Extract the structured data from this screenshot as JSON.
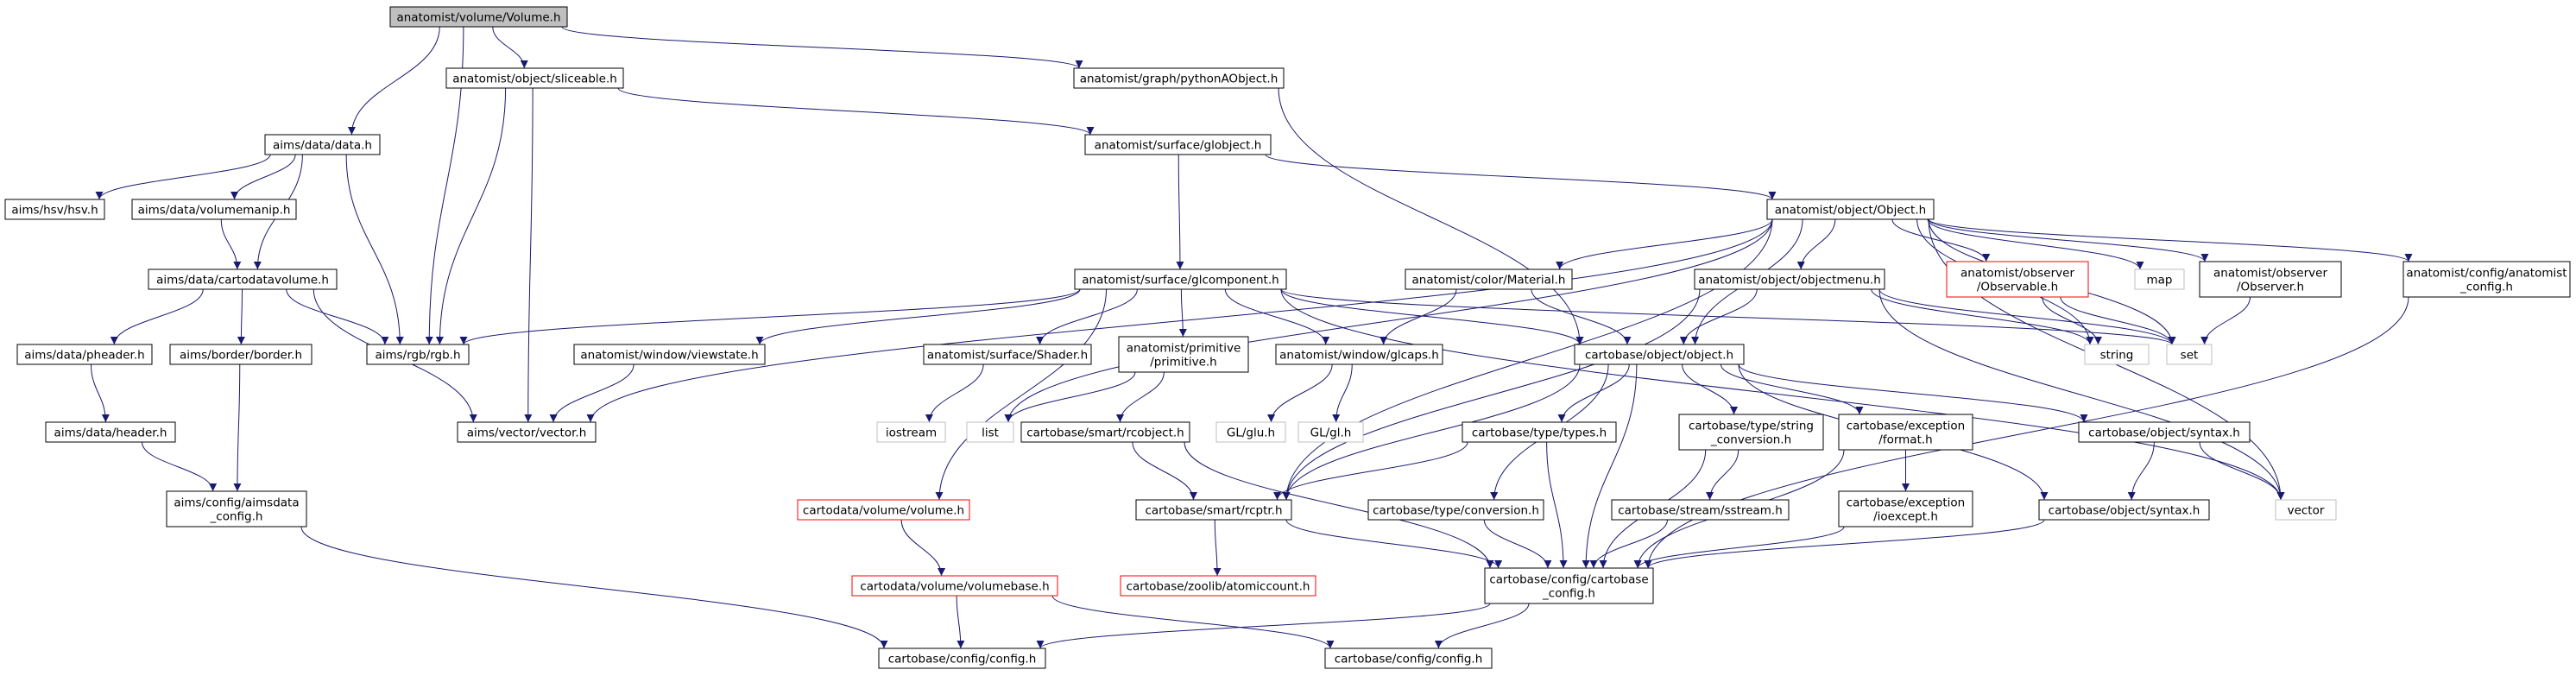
{
  "colors": {
    "edge": "#191970",
    "node_border": "#000000",
    "root_fill": "#bfbfbf",
    "missing_border": "#bfbfbf",
    "broken_border": "#ff0000",
    "node_fill": "#ffffff"
  },
  "nodes": [
    {
      "id": "volume_h",
      "lines": [
        "anatomist/volume/Volume.h"
      ],
      "style": "root"
    },
    {
      "id": "sliceable_h",
      "lines": [
        "anatomist/object/sliceable.h"
      ],
      "style": "normal"
    },
    {
      "id": "pythonaobject_h",
      "lines": [
        "anatomist/graph/pythonAObject.h"
      ],
      "style": "normal"
    },
    {
      "id": "aims_data_h",
      "lines": [
        "aims/data/data.h"
      ],
      "style": "normal"
    },
    {
      "id": "glrobject_h",
      "lines": [
        "anatomist/surface/globject.h"
      ],
      "style": "normal"
    },
    {
      "id": "hsv_h",
      "lines": [
        "aims/hsv/hsv.h"
      ],
      "style": "normal"
    },
    {
      "id": "volumemanip_h",
      "lines": [
        "aims/data/volumemanip.h"
      ],
      "style": "normal"
    },
    {
      "id": "object_h",
      "lines": [
        "anatomist/object/Object.h"
      ],
      "style": "normal"
    },
    {
      "id": "cartodatavolume_h",
      "lines": [
        "aims/data/cartodatavolume.h"
      ],
      "style": "normal"
    },
    {
      "id": "glcomponent_h",
      "lines": [
        "anatomist/surface/glcomponent.h"
      ],
      "style": "normal"
    },
    {
      "id": "material_h",
      "lines": [
        "anatomist/color/Material.h"
      ],
      "style": "normal"
    },
    {
      "id": "objectmenu_h",
      "lines": [
        "anatomist/object/objectmenu.h"
      ],
      "style": "normal"
    },
    {
      "id": "observable_h",
      "lines": [
        "anatomist/observer",
        "/Observable.h"
      ],
      "style": "broken"
    },
    {
      "id": "map",
      "lines": [
        "map"
      ],
      "style": "missing"
    },
    {
      "id": "observer_h",
      "lines": [
        "anatomist/observer",
        "/Observer.h"
      ],
      "style": "normal"
    },
    {
      "id": "anatomist_config_h",
      "lines": [
        "anatomist/config/anatomist",
        "_config.h"
      ],
      "style": "normal"
    },
    {
      "id": "pheader_h",
      "lines": [
        "aims/data/pheader.h"
      ],
      "style": "normal"
    },
    {
      "id": "border_h",
      "lines": [
        "aims/border/border.h"
      ],
      "style": "normal"
    },
    {
      "id": "rgb_h",
      "lines": [
        "aims/rgb/rgb.h"
      ],
      "style": "normal"
    },
    {
      "id": "viewstate_h",
      "lines": [
        "anatomist/window/viewstate.h"
      ],
      "style": "normal"
    },
    {
      "id": "shader_h",
      "lines": [
        "anatomist/surface/Shader.h"
      ],
      "style": "normal"
    },
    {
      "id": "primitive_h",
      "lines": [
        "anatomist/primitive",
        "/primitive.h"
      ],
      "style": "normal"
    },
    {
      "id": "glcaps_h",
      "lines": [
        "anatomist/window/glcaps.h"
      ],
      "style": "normal"
    },
    {
      "id": "cb_object_h",
      "lines": [
        "cartobase/object/object.h"
      ],
      "style": "normal"
    },
    {
      "id": "string",
      "lines": [
        "string"
      ],
      "style": "missing"
    },
    {
      "id": "set",
      "lines": [
        "set"
      ],
      "style": "missing"
    },
    {
      "id": "aims_header_h",
      "lines": [
        "aims/data/header.h"
      ],
      "style": "normal"
    },
    {
      "id": "vector_h",
      "lines": [
        "aims/vector/vector.h"
      ],
      "style": "normal"
    },
    {
      "id": "iostream",
      "lines": [
        "iostream"
      ],
      "style": "missing"
    },
    {
      "id": "list",
      "lines": [
        "list"
      ],
      "style": "missing"
    },
    {
      "id": "glu_h",
      "lines": [
        "GL/glu.h"
      ],
      "style": "missing"
    },
    {
      "id": "gl_h",
      "lines": [
        "GL/gl.h"
      ],
      "style": "missing"
    },
    {
      "id": "types_h",
      "lines": [
        "cartobase/type/types.h"
      ],
      "style": "normal"
    },
    {
      "id": "string_conversion_h",
      "lines": [
        "cartobase/type/string",
        "_conversion.h"
      ],
      "style": "normal"
    },
    {
      "id": "format_h",
      "lines": [
        "cartobase/exception",
        "/format.h"
      ],
      "style": "normal"
    },
    {
      "id": "cb_syntax_dir_h",
      "lines": [
        "cartobase/object/syntax.h"
      ],
      "style": "normal"
    },
    {
      "id": "rcobject_h",
      "lines": [
        "cartobase/smart/rcobject.h"
      ],
      "style": "normal"
    },
    {
      "id": "aimsdata_config_h",
      "lines": [
        "aims/config/aimsdata",
        "_config.h"
      ],
      "style": "normal"
    },
    {
      "id": "cartodata_volume_h",
      "lines": [
        "cartodata/volume/volume.h"
      ],
      "style": "broken"
    },
    {
      "id": "conversion_h",
      "lines": [
        "cartobase/type/conversion.h"
      ],
      "style": "normal"
    },
    {
      "id": "sstream_h",
      "lines": [
        "cartobase/stream/sstream.h"
      ],
      "style": "normal"
    },
    {
      "id": "ioexcept_h",
      "lines": [
        "cartobase/exception",
        "/ioexcept.h"
      ],
      "style": "normal"
    },
    {
      "id": "cb_syntax_h",
      "lines": [
        "cartobase/object/syntax.h"
      ],
      "style": "normal"
    },
    {
      "id": "vector",
      "lines": [
        "vector"
      ],
      "style": "missing"
    },
    {
      "id": "rcptr_h",
      "lines": [
        "cartobase/smart/rcptr.h"
      ],
      "style": "normal"
    },
    {
      "id": "volumebase_h",
      "lines": [
        "cartodata/volume/volumebase.h"
      ],
      "style": "broken"
    },
    {
      "id": "atomiccount_h",
      "lines": [
        "cartobase/zoolib/atomiccount.h"
      ],
      "style": "broken"
    },
    {
      "id": "cartobase_config_h",
      "lines": [
        "cartobase/config/cartobase",
        "_config.h"
      ],
      "style": "normal"
    },
    {
      "id": "config_h_a",
      "lines": [
        "cartobase/config/config.h"
      ],
      "style": "normal"
    },
    {
      "id": "config_h_b",
      "lines": [
        "cartobase/config/config.h"
      ],
      "style": "normal"
    }
  ],
  "edges": [
    [
      "volume_h",
      "sliceable_h"
    ],
    [
      "volume_h",
      "pythonaobject_h"
    ],
    [
      "volume_h",
      "aims_data_h"
    ],
    [
      "volume_h",
      "rgb_h"
    ],
    [
      "sliceable_h",
      "glrobject_h"
    ],
    [
      "sliceable_h",
      "rgb_h"
    ],
    [
      "sliceable_h",
      "vector_h"
    ],
    [
      "pythonaobject_h",
      "cb_object_h"
    ],
    [
      "aims_data_h",
      "hsv_h"
    ],
    [
      "aims_data_h",
      "volumemanip_h"
    ],
    [
      "aims_data_h",
      "cartodatavolume_h"
    ],
    [
      "aims_data_h",
      "rgb_h"
    ],
    [
      "volumemanip_h",
      "cartodatavolume_h"
    ],
    [
      "cartodatavolume_h",
      "pheader_h"
    ],
    [
      "cartodatavolume_h",
      "border_h"
    ],
    [
      "cartodatavolume_h",
      "rgb_h"
    ],
    [
      "cartodatavolume_h",
      "vector_h"
    ],
    [
      "glrobject_h",
      "glcomponent_h"
    ],
    [
      "glrobject_h",
      "object_h"
    ],
    [
      "object_h",
      "material_h"
    ],
    [
      "object_h",
      "objectmenu_h"
    ],
    [
      "object_h",
      "observable_h"
    ],
    [
      "object_h",
      "map"
    ],
    [
      "object_h",
      "observer_h"
    ],
    [
      "object_h",
      "anatomist_config_h"
    ],
    [
      "object_h",
      "cb_object_h"
    ],
    [
      "object_h",
      "set"
    ],
    [
      "object_h",
      "string"
    ],
    [
      "object_h",
      "vector"
    ],
    [
      "object_h",
      "list"
    ],
    [
      "object_h",
      "vector_h"
    ],
    [
      "object_h",
      "rcptr_h"
    ],
    [
      "glcomponent_h",
      "rgb_h"
    ],
    [
      "glcomponent_h",
      "viewstate_h"
    ],
    [
      "glcomponent_h",
      "shader_h"
    ],
    [
      "glcomponent_h",
      "primitive_h"
    ],
    [
      "glcomponent_h",
      "glcaps_h"
    ],
    [
      "glcomponent_h",
      "cb_object_h"
    ],
    [
      "glcomponent_h",
      "set"
    ],
    [
      "glcomponent_h",
      "cartodata_volume_h"
    ],
    [
      "glcomponent_h",
      "vector"
    ],
    [
      "material_h",
      "glcaps_h"
    ],
    [
      "material_h",
      "cb_object_h"
    ],
    [
      "objectmenu_h",
      "cb_object_h"
    ],
    [
      "objectmenu_h",
      "string"
    ],
    [
      "objectmenu_h",
      "set"
    ],
    [
      "objectmenu_h",
      "vector"
    ],
    [
      "objectmenu_h",
      "rcptr_h"
    ],
    [
      "observable_h",
      "string"
    ],
    [
      "observable_h",
      "set"
    ],
    [
      "observer_h",
      "set"
    ],
    [
      "anatomist_config_h",
      "cartobase_config_h"
    ],
    [
      "pheader_h",
      "aims_header_h"
    ],
    [
      "aims_header_h",
      "aimsdata_config_h"
    ],
    [
      "border_h",
      "aimsdata_config_h"
    ],
    [
      "viewstate_h",
      "vector_h"
    ],
    [
      "shader_h",
      "iostream"
    ],
    [
      "primitive_h",
      "list"
    ],
    [
      "primitive_h",
      "rcobject_h"
    ],
    [
      "glcaps_h",
      "glu_h"
    ],
    [
      "glcaps_h",
      "gl_h"
    ],
    [
      "cb_object_h",
      "types_h"
    ],
    [
      "cb_object_h",
      "string_conversion_h"
    ],
    [
      "cb_object_h",
      "format_h"
    ],
    [
      "cb_object_h",
      "cb_syntax_dir_h"
    ],
    [
      "cb_object_h",
      "cb_syntax_h"
    ],
    [
      "cb_object_h",
      "conversion_h"
    ],
    [
      "cb_object_h",
      "rcptr_h"
    ],
    [
      "cb_object_h",
      "cartobase_config_h"
    ],
    [
      "types_h",
      "rcptr_h"
    ],
    [
      "types_h",
      "cartobase_config_h"
    ],
    [
      "string_conversion_h",
      "sstream_h"
    ],
    [
      "string_conversion_h",
      "cartobase_config_h"
    ],
    [
      "format_h",
      "ioexcept_h"
    ],
    [
      "format_h",
      "cartobase_config_h"
    ],
    [
      "cb_syntax_dir_h",
      "vector"
    ],
    [
      "cb_syntax_dir_h",
      "cb_syntax_h"
    ],
    [
      "rcobject_h",
      "rcptr_h"
    ],
    [
      "rcobject_h",
      "cartobase_config_h"
    ],
    [
      "aimsdata_config_h",
      "config_h_a"
    ],
    [
      "cartodata_volume_h",
      "volumebase_h"
    ],
    [
      "conversion_h",
      "cartobase_config_h"
    ],
    [
      "sstream_h",
      "cartobase_config_h"
    ],
    [
      "ioexcept_h",
      "cartobase_config_h"
    ],
    [
      "cb_syntax_h",
      "cartobase_config_h"
    ],
    [
      "rcptr_h",
      "atomiccount_h"
    ],
    [
      "rcptr_h",
      "cartobase_config_h"
    ],
    [
      "volumebase_h",
      "config_h_a"
    ],
    [
      "volumebase_h",
      "config_h_b"
    ],
    [
      "cartobase_config_h",
      "config_h_a"
    ],
    [
      "cartobase_config_h",
      "config_h_b"
    ]
  ]
}
